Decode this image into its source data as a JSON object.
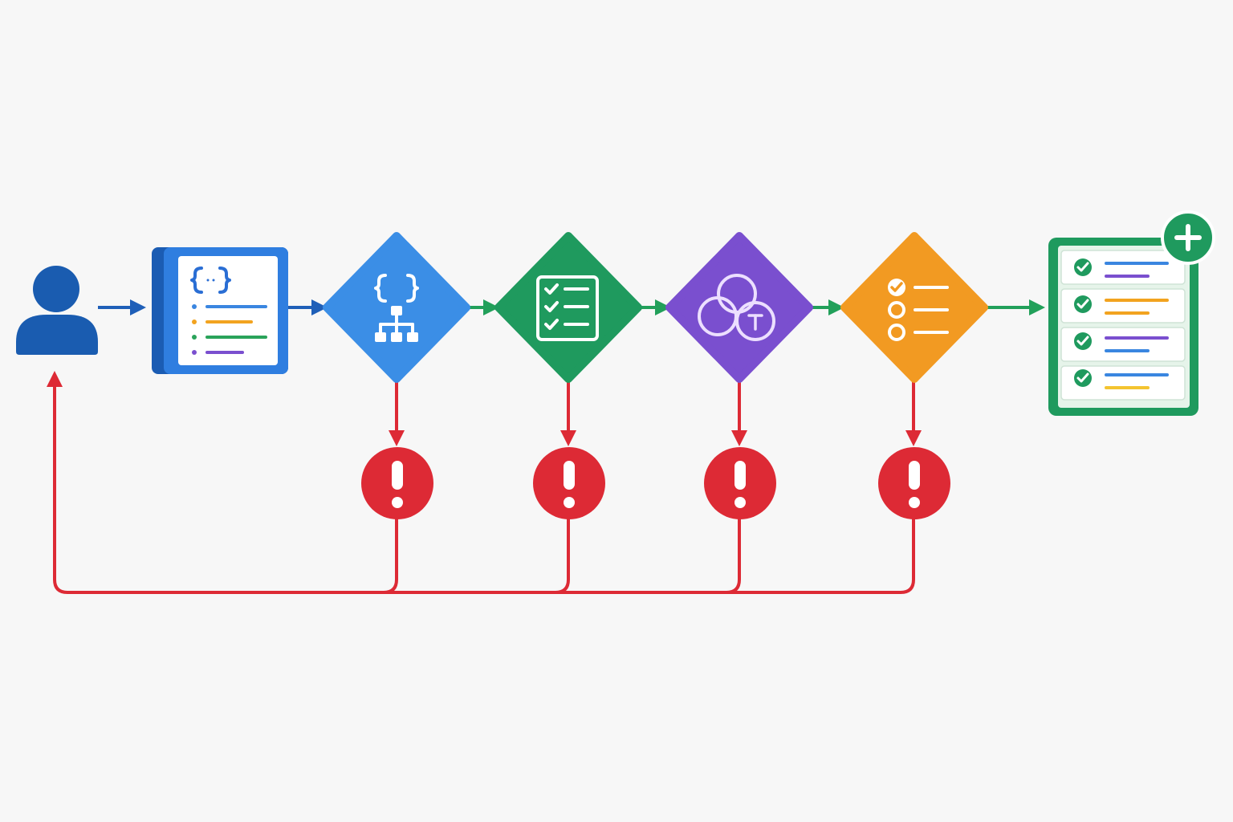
{
  "diagram": {
    "colors": {
      "flow_blue": "#1f5fb8",
      "flow_green": "#22a05a",
      "error_red": "#dd2a35",
      "user_blue": "#1a5cb0",
      "editor_blue": "#2f7ee0",
      "schema_blue": "#3b8ee6",
      "checklist_green": "#1f9a5e",
      "merge_purple": "#7a4fcf",
      "selection_orange": "#f29a22",
      "output_green": "#1f9a5e",
      "line_blue": "#3a86e0",
      "line_orange": "#f2a31f",
      "line_green": "#2aa35a",
      "line_purple": "#7a4fcf",
      "line_yellow": "#f4c430"
    },
    "nodes": [
      {
        "id": "user",
        "shape": "person",
        "icon": "user-icon"
      },
      {
        "id": "request-editor",
        "shape": "panel",
        "icon": "code-braces-icon"
      },
      {
        "id": "schema-check",
        "shape": "diamond",
        "icon": "schema-tree-icon"
      },
      {
        "id": "validation-checklist",
        "shape": "diamond",
        "icon": "checklist-icon"
      },
      {
        "id": "merge-check",
        "shape": "diamond",
        "icon": "circles-merge-icon"
      },
      {
        "id": "option-selection",
        "shape": "diamond",
        "icon": "radio-list-icon"
      },
      {
        "id": "result-list",
        "shape": "panel",
        "icon": "checked-list-icon",
        "badge_icon": "plus-icon"
      }
    ],
    "error_nodes": [
      {
        "icon": "exclamation-icon",
        "source": "schema-check"
      },
      {
        "icon": "exclamation-icon",
        "source": "validation-checklist"
      },
      {
        "icon": "exclamation-icon",
        "source": "merge-check"
      },
      {
        "icon": "exclamation-icon",
        "source": "option-selection"
      }
    ],
    "feedback_loop": {
      "target": "user",
      "icon": "arrow-up-icon"
    }
  }
}
